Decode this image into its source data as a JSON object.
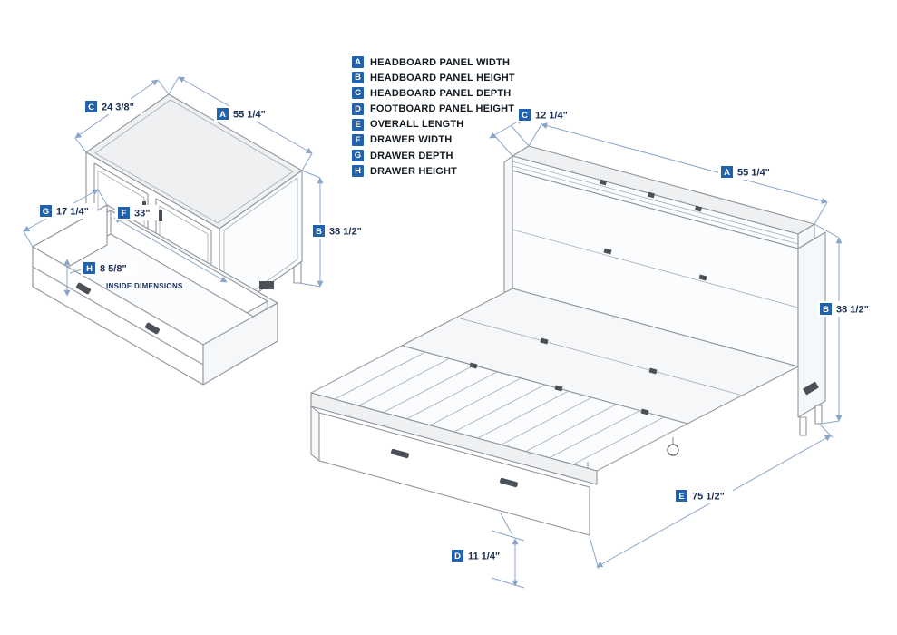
{
  "colors": {
    "badge_bg": "#2062ae",
    "dim_line": "#8aa5c8",
    "dim_text": "#1b2f55",
    "legend_text": "#101820",
    "draw_stroke": "#8f959b",
    "draw_dark": "#4b5158",
    "canvas_bg": "#ffffff"
  },
  "legend": {
    "items": [
      {
        "key": "A",
        "label": "HEADBOARD PANEL WIDTH"
      },
      {
        "key": "B",
        "label": "HEADBOARD PANEL HEIGHT"
      },
      {
        "key": "C",
        "label": "HEADBOARD PANEL DEPTH"
      },
      {
        "key": "D",
        "label": "FOOTBOARD PANEL HEIGHT"
      },
      {
        "key": "E",
        "label": "OVERALL LENGTH"
      },
      {
        "key": "F",
        "label": "DRAWER WIDTH"
      },
      {
        "key": "G",
        "label": "DRAWER DEPTH"
      },
      {
        "key": "H",
        "label": "DRAWER HEIGHT"
      }
    ]
  },
  "closed_view": {
    "dims": {
      "c": {
        "key": "C",
        "value": "24 3/8\""
      },
      "a": {
        "key": "A",
        "value": "55 1/4\""
      },
      "b": {
        "key": "B",
        "value": "38 1/2\""
      },
      "g": {
        "key": "G",
        "value": "17 1/4\""
      },
      "f": {
        "key": "F",
        "value": "33\""
      },
      "h": {
        "key": "H",
        "value": "8 5/8\""
      }
    },
    "note": "INSIDE DIMENSIONS"
  },
  "open_view": {
    "dims": {
      "c": {
        "key": "C",
        "value": "12 1/4\""
      },
      "a": {
        "key": "A",
        "value": "55 1/4\""
      },
      "b": {
        "key": "B",
        "value": "38 1/2\""
      },
      "e": {
        "key": "E",
        "value": "75 1/2\""
      },
      "d": {
        "key": "D",
        "value": "11 1/4\""
      }
    }
  }
}
